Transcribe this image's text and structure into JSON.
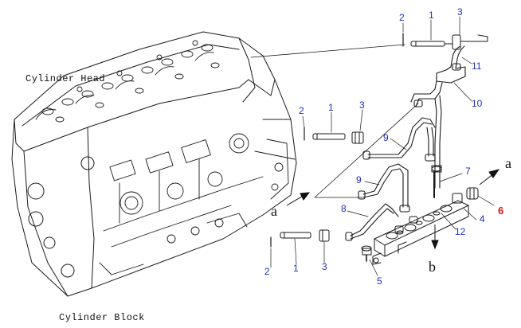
{
  "captions": {
    "cylinder_head": "Cylinder Head",
    "cylinder_block": "Cylinder Block"
  },
  "direction_labels": {
    "a_left": "a",
    "a_right": "a",
    "b": "b"
  },
  "callouts": [
    {
      "id": "c-2-top",
      "text": "2"
    },
    {
      "id": "c-1-top",
      "text": "1"
    },
    {
      "id": "c-3-top",
      "text": "3"
    },
    {
      "id": "c-11",
      "text": "11"
    },
    {
      "id": "c-10",
      "text": "10"
    },
    {
      "id": "c-2-mid",
      "text": "2"
    },
    {
      "id": "c-1-mid",
      "text": "1"
    },
    {
      "id": "c-3-mid",
      "text": "3"
    },
    {
      "id": "c-9-upper",
      "text": "9"
    },
    {
      "id": "c-9-lower",
      "text": "9"
    },
    {
      "id": "c-7",
      "text": "7"
    },
    {
      "id": "c-8",
      "text": "8"
    },
    {
      "id": "c-6",
      "text": "6"
    },
    {
      "id": "c-4",
      "text": "4"
    },
    {
      "id": "c-12",
      "text": "12"
    },
    {
      "id": "c-2-bot",
      "text": "2"
    },
    {
      "id": "c-1-bot",
      "text": "1"
    },
    {
      "id": "c-3-bot",
      "text": "3"
    },
    {
      "id": "c-5",
      "text": "5"
    }
  ],
  "colors": {
    "callout": "#1f2fb8",
    "callout_highlight": "#d41a1a",
    "line": "#1a1a1a"
  }
}
